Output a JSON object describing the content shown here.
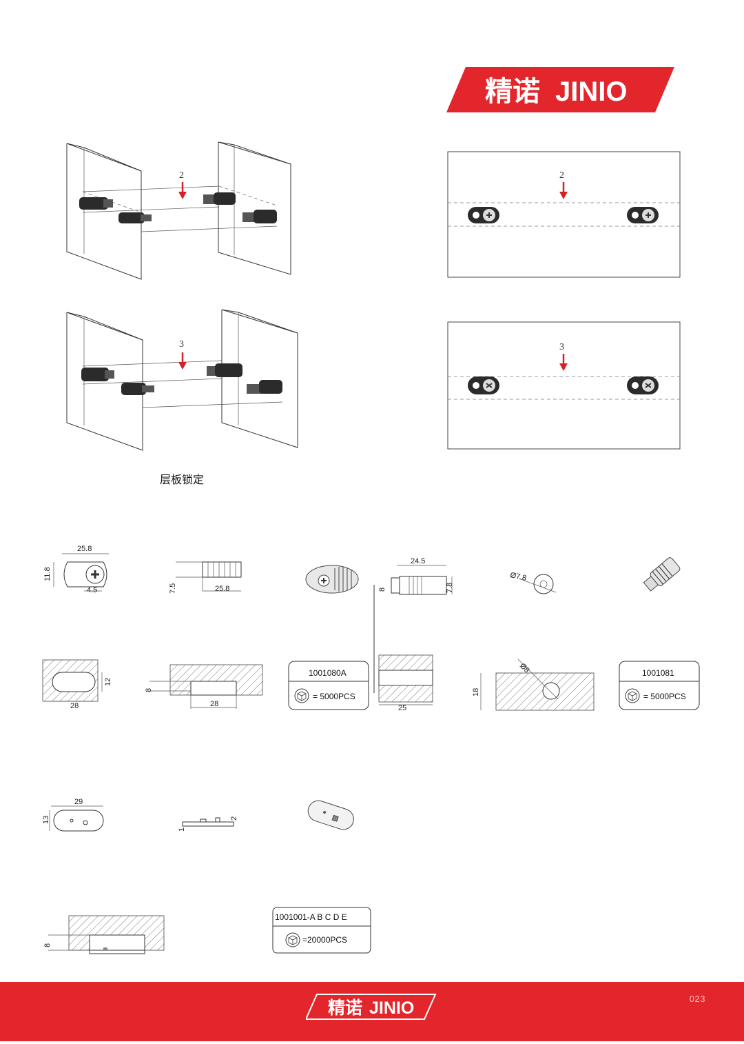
{
  "brand": {
    "name_cn": "精诺",
    "name_en": "JINIO",
    "color": "#e3262b"
  },
  "steps": {
    "step2": "2",
    "step3": "3"
  },
  "caption": "层板锁定",
  "dimensions": {
    "cam_a_width": "25.8",
    "cam_a_height": "11.8",
    "cam_a_offset": "4.5",
    "cam_b_height": "7.5",
    "cam_b_width": "25.8",
    "pin_length": "24.5",
    "pin_left": "8",
    "pin_right": "7.8",
    "pin_diameter": "Ø7.8",
    "slot_length": "28",
    "slot_width": "12",
    "slot_depth": "8",
    "slot_b_length": "28",
    "pin_hole_depth": "25",
    "board_thickness": "18",
    "hole_diameter": "Ø8",
    "plate_length": "29",
    "plate_width": "13",
    "plate_height": "1",
    "plate_boss": "2",
    "plate_inset_depth": "8"
  },
  "packages": [
    {
      "code": "1001080A",
      "qty": "= 5000PCS"
    },
    {
      "code": "1001081",
      "qty": "= 5000PCS"
    },
    {
      "code": "1001001-A B C D E",
      "qty": "=20000PCS"
    }
  ],
  "footer": {
    "page_number": "023"
  }
}
